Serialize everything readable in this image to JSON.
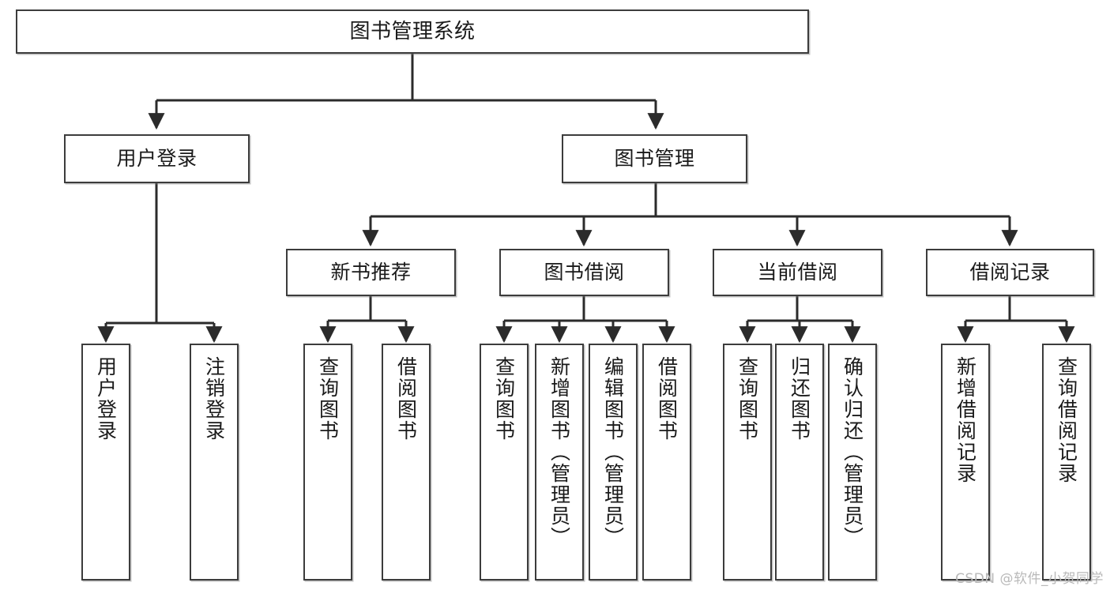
{
  "diagram": {
    "title": "图书管理系统",
    "watermark": "CSDN @软件_小贺同学",
    "colors": {
      "box_border": "#3c3c3c",
      "box_fill": "#ffffff",
      "connector": "#2b2b2b",
      "text": "#1a1a1a",
      "watermark": "#b9b9b9",
      "background": "#ffffff"
    },
    "root": {
      "label": "图书管理系统"
    },
    "level1": [
      {
        "label": "用户登录"
      },
      {
        "label": "图书管理"
      }
    ],
    "level2": [
      {
        "label": "新书推荐"
      },
      {
        "label": "图书借阅"
      },
      {
        "label": "当前借阅"
      },
      {
        "label": "借阅记录"
      }
    ],
    "leaves": {
      "user_login": [
        {
          "label": "用户登录"
        },
        {
          "label": "注销登录"
        }
      ],
      "new_book_recommend": [
        {
          "label": "查询图书"
        },
        {
          "label": "借阅图书"
        }
      ],
      "book_borrow": [
        {
          "label": "查询图书"
        },
        {
          "label": "新增图书（管理员）"
        },
        {
          "label": "编辑图书（管理员）"
        },
        {
          "label": "借阅图书"
        }
      ],
      "current_borrow": [
        {
          "label": "查询图书"
        },
        {
          "label": "归还图书"
        },
        {
          "label": "确认归还（管理员）"
        }
      ],
      "borrow_record": [
        {
          "label": "新增借阅记录"
        },
        {
          "label": "查询借阅记录"
        }
      ]
    }
  }
}
